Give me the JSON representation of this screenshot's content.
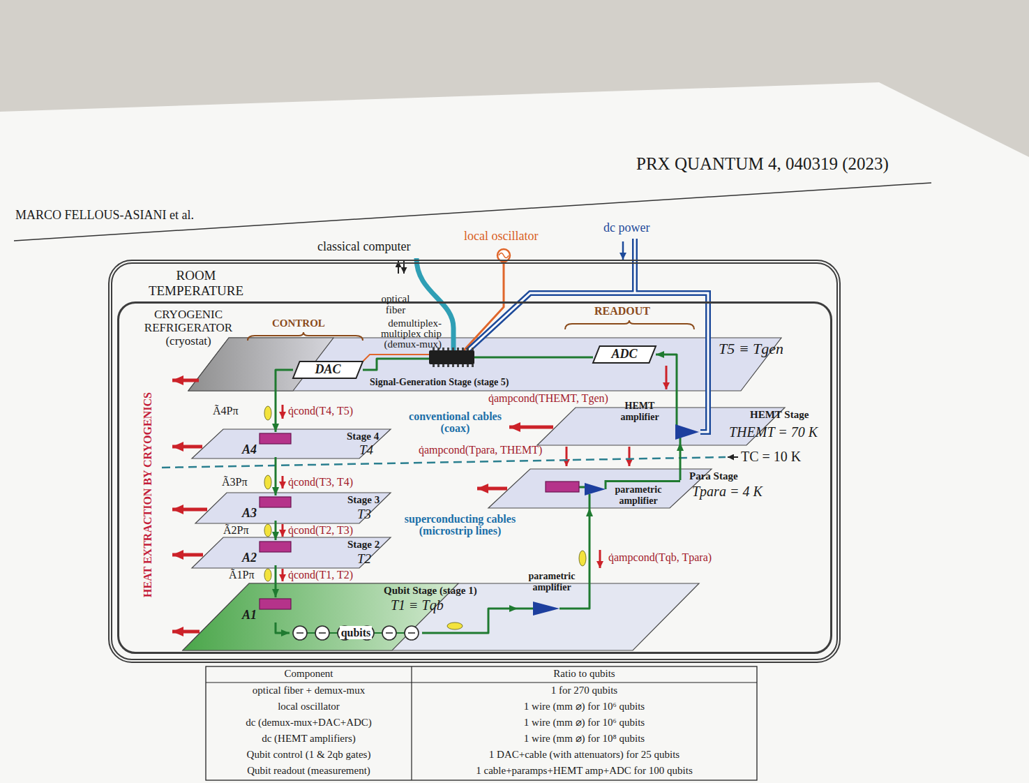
{
  "diagram": {
    "nodes": [
      {
        "text": [
          "ROOM TEMPERATURE"
        ]
      },
      {
        "text": [
          "CRYOGENIC REFRIGERATOR (cryostat)"
        ],
        "in": 0
      },
      {
        "text": [
          "Signal-Generation Stage (stage 5)",
          "T5 ≡ Tgen"
        ],
        "in": 1
      },
      {
        "text": [
          "DAC"
        ],
        "in": 2
      },
      {
        "text": [
          "demultiplex-multiplex chip (demux-mux)"
        ],
        "in": 2
      },
      {
        "text": [
          "ADC"
        ],
        "in": 2
      },
      {
        "text": [
          "HEMT Stage",
          "THEMT = 70 K"
        ],
        "in": 1
      },
      {
        "text": [
          "HEMT amplifier"
        ],
        "in": 6
      },
      {
        "text": [
          "Stage 4",
          "T4"
        ],
        "in": 1
      },
      {
        "text": [
          "A4"
        ],
        "in": 8
      },
      {
        "text": [
          "Para Stage",
          "Tpara = 4 K"
        ],
        "in": 1
      },
      {
        "text": [
          "parametric amplifier"
        ],
        "in": 10
      },
      {
        "text": [
          "Stage 3",
          "T3"
        ],
        "in": 1
      },
      {
        "text": [
          "A3"
        ],
        "in": 12
      },
      {
        "text": [
          "Stage 2",
          "T2"
        ],
        "in": 1
      },
      {
        "text": [
          "A2"
        ],
        "in": 14
      },
      {
        "text": [
          "Qubit Stage (stage 1)",
          "T1 ≡ Tqb"
        ],
        "in": 1
      },
      {
        "text": [
          "parametric amplifier"
        ],
        "in": 16
      },
      {
        "text": [
          "A1"
        ],
        "in": 16
      },
      {
        "text": [
          "qubits"
        ],
        "in": 16
      }
    ],
    "edges": [
      {
        "from": 4,
        "to": 3,
        "arrow": "none"
      },
      {
        "from": 4,
        "to": 5,
        "arrow": "none"
      },
      {
        "from": 3,
        "to": 9,
        "arrow": "to"
      },
      {
        "from": 9,
        "to": 13,
        "arrow": "to"
      },
      {
        "from": 13,
        "to": 15,
        "arrow": "to"
      },
      {
        "from": 15,
        "to": 18,
        "arrow": "to"
      },
      {
        "from": 18,
        "to": 19,
        "arrow": "to"
      },
      {
        "from": 19,
        "to": 17,
        "arrow": "to"
      },
      {
        "from": 17,
        "to": 11,
        "arrow": "to"
      },
      {
        "from": 11,
        "to": 7,
        "arrow": "to"
      },
      {
        "from": 7,
        "to": 5,
        "arrow": "to"
      }
    ],
    "labels": [
      "MARCO FELLOUS-ASIANI et al.",
      "PRX QUANTUM 4, 040319 (2023)",
      "classical computer",
      "local oscillator",
      "dc power",
      "optical fiber",
      "CONTROL",
      "READOUT",
      "HEAT EXTRACTION BY CRYOGENICS",
      "Ã4Pπ",
      "q̇cond(T4, T5)",
      "conventional cables (coax)",
      "q̇ampcond(THEMT, Tgen)",
      "q̇ampcond(Tpara, THEMT)",
      "TC = 10 K",
      "Ã3Pπ",
      "q̇cond(T3, T4)",
      "superconducting cables (microstrip lines)",
      "Ã2Pπ",
      "q̇cond(T2, T3)",
      "Ã1Pπ",
      "q̇cond(T1, T2)",
      "q̇ampcond(Tqb, Tpara)",
      "Component",
      "Ratio to qubits",
      "optical fiber + demux-mux",
      "1 for 270 qubits",
      "local oscillator",
      "1 wire (mm ⌀) for 10⁶ qubits",
      "dc (demux-mux+DAC+ADC)",
      "1 wire (mm ⌀) for 10⁶ qubits",
      "dc (HEMT amplifiers)",
      "1 wire (mm ⌀) for 10⁸ qubits",
      "Qubit control (1 & 2qb gates)",
      "1 DAC+cable (with attenuators) for 25 qubits",
      "Qubit readout (measurement)",
      "1 cable+paramps+HEMT amp+ADC for 100 qubits"
    ]
  }
}
